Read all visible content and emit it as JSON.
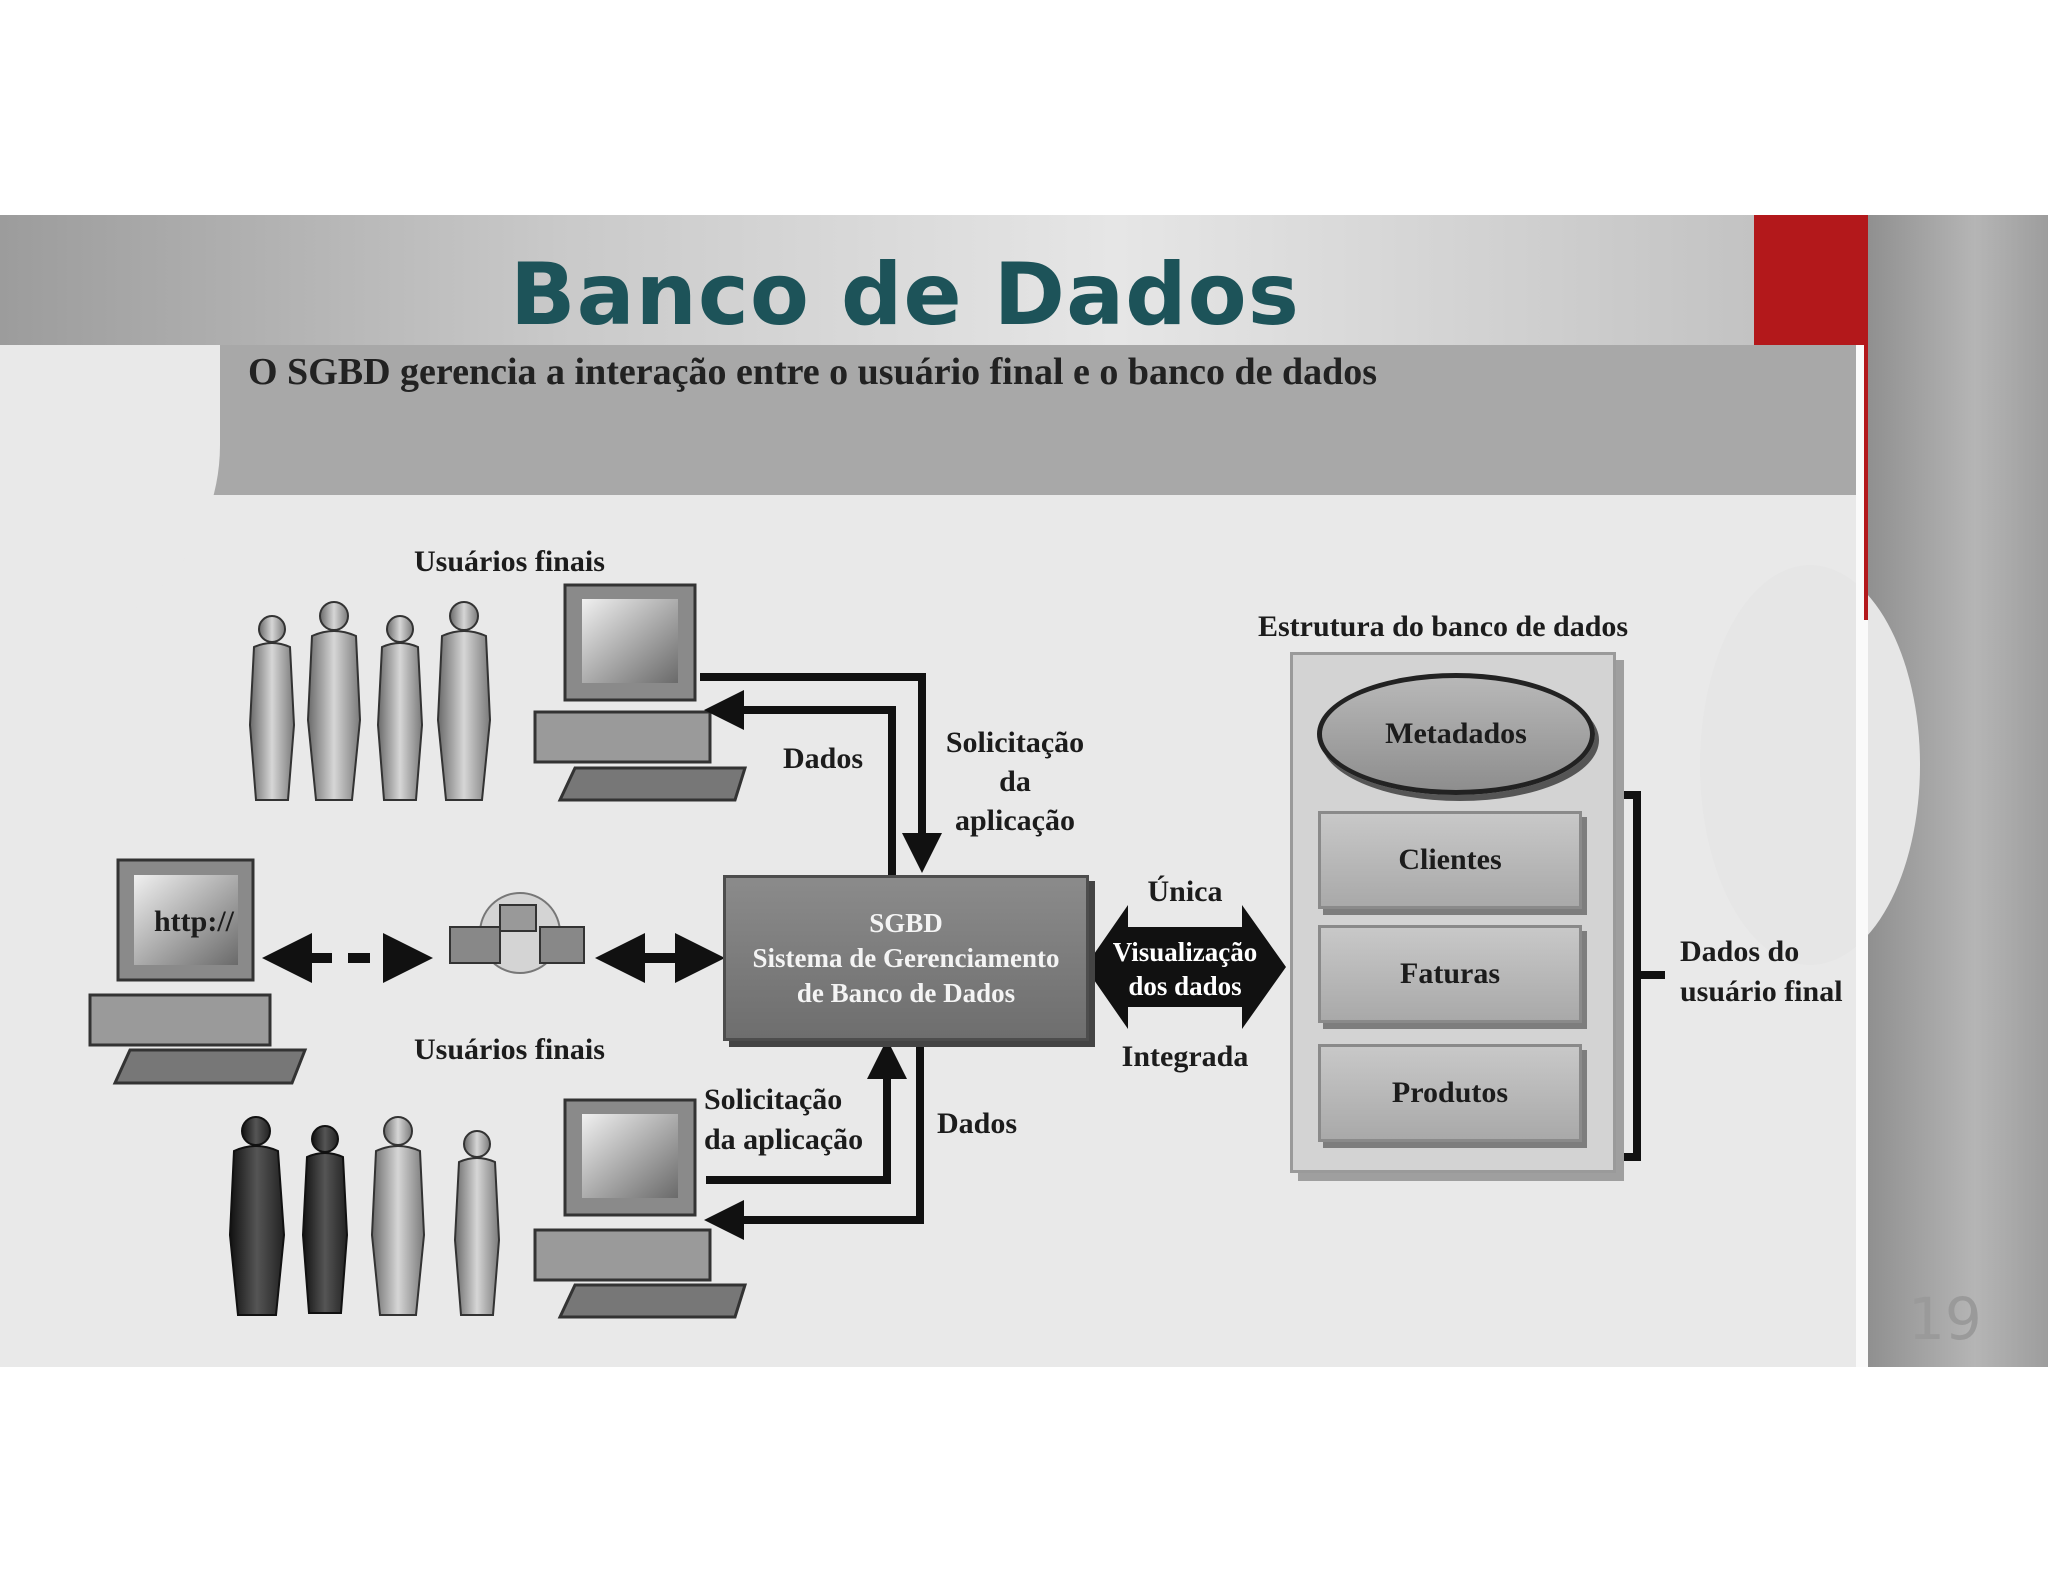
{
  "slide": {
    "title": "Banco de Dados",
    "subtitle": "O SGBD gerencia a interação entre o usuário final e o banco de dados",
    "page_number": "19"
  },
  "diagram": {
    "users_top_label": "Usuários finais",
    "users_middle_label": "Usuários finais",
    "http_label": "http://",
    "top_data_label": "Dados",
    "top_request_label": [
      "Solicitação",
      "da",
      "aplicação"
    ],
    "bottom_request_label": [
      "Solicitação",
      "da aplicação"
    ],
    "bottom_data_label": "Dados",
    "sgbd_lines": [
      "SGBD",
      "Sistema de Gerenciamento",
      "de Banco de Dados"
    ],
    "unica_label": "Única",
    "view_lines": [
      "Visualização",
      "dos dados"
    ],
    "integrada_label": "Integrada",
    "db_structure_label": "Estrutura do banco de dados",
    "metadata_label": "Metadados",
    "tables": [
      "Clientes",
      "Faturas",
      "Produtos"
    ],
    "end_user_data_lines": [
      "Dados do",
      "usuário final"
    ]
  },
  "colors": {
    "title": "#1d5359",
    "accent_red": "#b3181b",
    "sgbd_box": "#7a7a7a"
  }
}
